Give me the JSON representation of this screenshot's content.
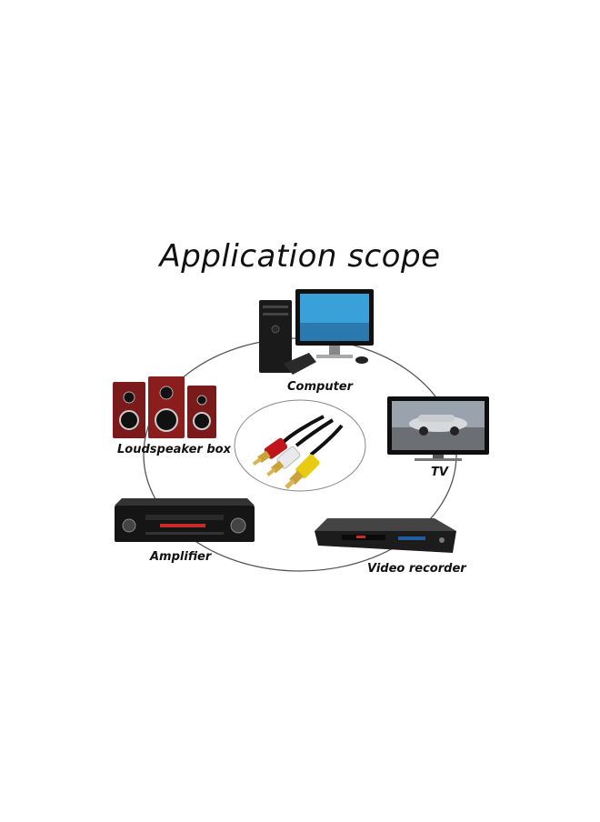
{
  "title": "Application scope",
  "devices": {
    "computer": {
      "label": "Computer",
      "icon": "computer-icon"
    },
    "tv": {
      "label": "TV",
      "icon": "tv-icon"
    },
    "loudspeaker": {
      "label": "Loudspeaker box",
      "icon": "loudspeaker-icon"
    },
    "amplifier": {
      "label": "Amplifier",
      "icon": "amplifier-icon"
    },
    "video_recorder": {
      "label": "Video recorder",
      "icon": "video-recorder-icon"
    }
  },
  "center": {
    "icon": "rca-cable-icon"
  },
  "colors": {
    "circle": "#555555",
    "rca_red": "#c0161b",
    "rca_white": "#e9e9e9",
    "rca_yellow": "#e9cc12",
    "gold": "#c9a23a",
    "speaker_red": "#8c1d1d"
  }
}
